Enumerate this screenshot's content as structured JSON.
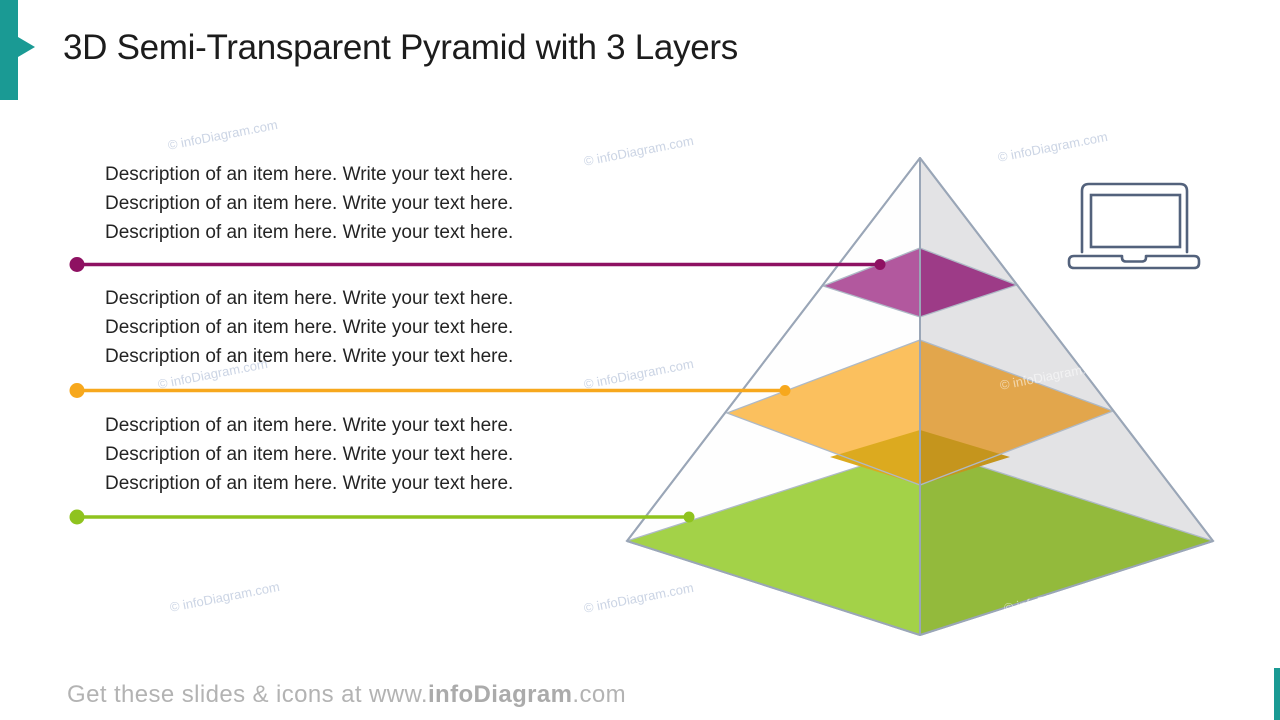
{
  "slide": {
    "title": "3D Semi-Transparent Pyramid with 3 Layers",
    "watermark": "© infoDiagram.com",
    "footer": {
      "prefix": "Get these slides & icons at www.",
      "brand": "infoDiagram",
      "suffix": ".com"
    }
  },
  "colors": {
    "accent_teal": "#1a9a94",
    "pyramid_edge": "#9aa6b7",
    "left_face": "#fefefe",
    "right_face": "#e3e3e5",
    "diamond_outline": "#aeb9c6",
    "laptop_icon": "#53627c",
    "title_text": "#1c1c1c",
    "body_text": "#242424",
    "footer_text": "#b3b3b3",
    "watermark_text": "#c2cde0"
  },
  "layers": [
    {
      "id": "top",
      "connector": "#8e1162",
      "face_left": "#b2589e",
      "face_right": "#9d3b87"
    },
    {
      "id": "middle",
      "connector": "#f7a81d",
      "face_left": "#fbc05e",
      "face_right": "#e2a64c",
      "overlap_left": "#dcaa1f",
      "overlap_right": "#c5951d"
    },
    {
      "id": "bottom",
      "connector": "#8fc31e",
      "face_left": "#a3d248",
      "face_right": "#93ba3c"
    }
  ],
  "blocks": [
    {
      "lines": [
        "Description of an item here. Write your text here.",
        "Description of an item here. Write your text here.",
        "Description of an item here. Write your text here."
      ]
    },
    {
      "lines": [
        "Description of an item here. Write your text here.",
        "Description of an item here. Write your text here.",
        "Description of an item here. Write your text here."
      ]
    },
    {
      "lines": [
        "Description of an item here. Write your text here.",
        "Description of an item here. Write your text here.",
        "Description of an item here. Write your text here."
      ]
    }
  ]
}
